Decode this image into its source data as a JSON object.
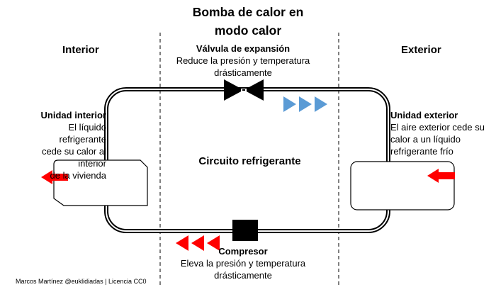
{
  "title_line1": "Bomba de calor en",
  "title_line2": "modo calor",
  "interior_label": "Interior",
  "exterior_label": "Exterior",
  "valve": {
    "title": "Válvula de expansión",
    "line1": "Reduce la presión y temperatura",
    "line2": "drásticamente"
  },
  "compressor": {
    "title": "Compresor",
    "line1": "Eleva la presión y temperatura",
    "line2": "drásticamente"
  },
  "indoor_unit": {
    "title": "Unidad interior",
    "line1": "El líquido refrigerante",
    "line2": "cede su calor al interior",
    "line3": "de la vivienda"
  },
  "outdoor_unit": {
    "title": "Unidad exterior",
    "line1": "El aire exterior cede su",
    "line2": "calor a un líquido",
    "line3": "refrigerante frío"
  },
  "circuit_label": "Circuito refrigerante",
  "credit": "Marcos Martínez @euklidiadas | Licencia CC0",
  "colors": {
    "hot_arrow": "#ff0000",
    "cold_arrow": "#5b9bd5",
    "divider": "#000000"
  }
}
